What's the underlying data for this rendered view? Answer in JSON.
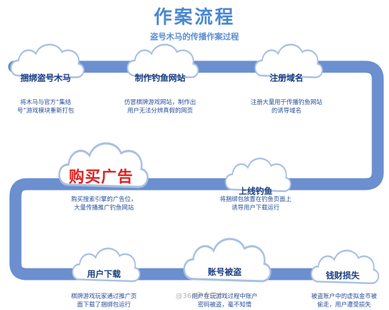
{
  "title": "作案流程",
  "subtitle": "盗号木马的传播作案过程",
  "steps": [
    {
      "label": "捆绑盗号木马",
      "desc_lines": [
        "将木马与官方“集结",
        "号”游戏模块重新打包"
      ]
    },
    {
      "label": "制作钓鱼网站",
      "desc_lines": [
        "仿冒棋牌游戏网站，制作出",
        "用户无法分辨真假的网页"
      ]
    },
    {
      "label": "注册域名",
      "desc_lines": [
        "注册大量用于传播钓鱼网站",
        "的诱导域名"
      ]
    },
    {
      "label": "上线钓鱼",
      "desc_lines": [
        "将捆绑包放置在钓鱼页面上",
        "诱导用户下载运行"
      ]
    },
    {
      "label": "购买广告",
      "desc_lines": [
        "购买搜索引擎的广告位，",
        "大量传播推广钓鱼网站"
      ]
    },
    {
      "label": "用户下载",
      "desc_lines": [
        "棋牌游戏玩家通过推广页",
        "面下载了捆绑包运行"
      ]
    },
    {
      "label": "账号被盗",
      "desc_lines": [
        "用户在玩游戏过程中账户",
        "密码被盗，毫不知情"
      ]
    },
    {
      "label": "钱财损失",
      "desc_lines": [
        "被盗账户中的虚拟金币被",
        "偷走，用户遭受损失"
      ]
    }
  ],
  "watermark": "@360安全卫士",
  "colors": {
    "path": "#6b8fcf",
    "cloud_border": "#a9c0e2",
    "title": "#4a88d0",
    "highlight": "#e02020"
  }
}
